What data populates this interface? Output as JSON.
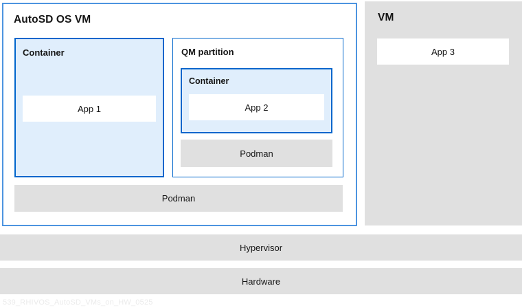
{
  "colors": {
    "border_blue": "#0066cc",
    "outer_border_blue": "#4d94e0",
    "light_blue_fill": "#e0eefc",
    "gray_fill": "#e0e0e0",
    "text": "#151515",
    "caption_color": "#ebebeb"
  },
  "autosd": {
    "title": "AutoSD OS VM",
    "container1": {
      "title": "Container",
      "app": "App 1"
    },
    "qm": {
      "title": "QM partition",
      "container": {
        "title": "Container",
        "app": "App 2"
      },
      "podman": "Podman"
    },
    "podman": "Podman"
  },
  "vm": {
    "title": "VM",
    "app": "App 3"
  },
  "layers": {
    "hypervisor": "Hypervisor",
    "hardware": "Hardware"
  },
  "caption": "539_RHIVOS_AutoSD_VMs_on_HW_0525"
}
